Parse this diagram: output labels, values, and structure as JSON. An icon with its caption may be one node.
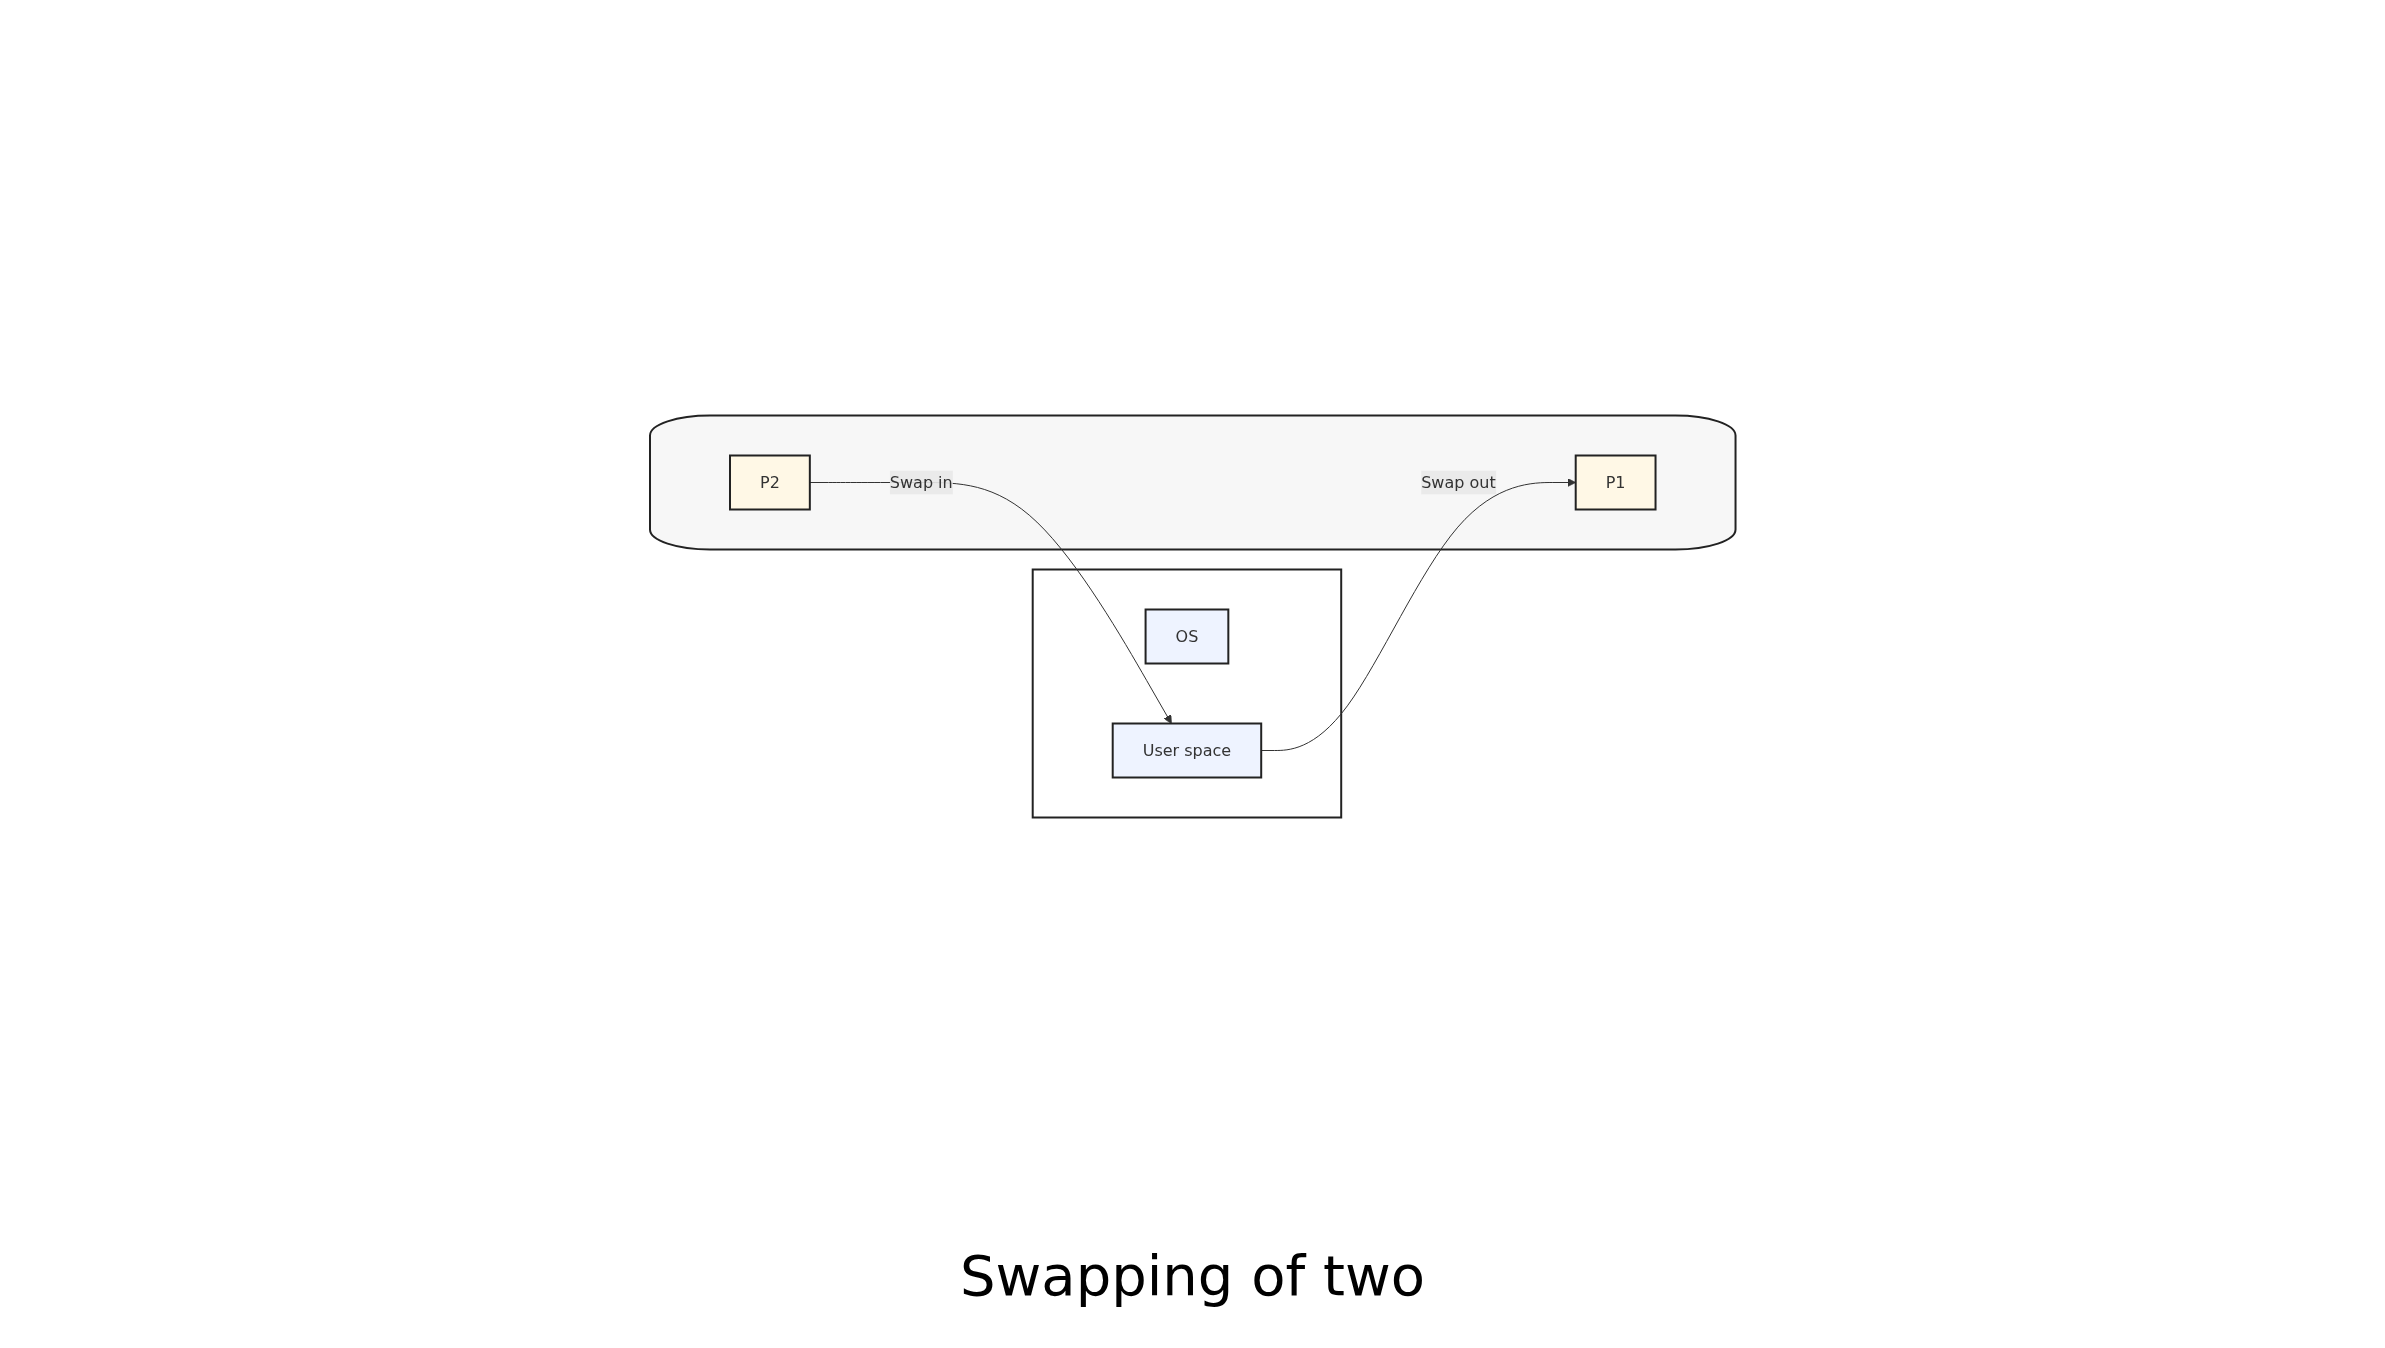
{
  "diagram": {
    "caption": "Swapping of two",
    "nodes": [
      {
        "text": [],
        "shape": "box"
      },
      {
        "text": [
          "OS"
        ],
        "in": 0
      },
      {
        "text": [
          "User space"
        ],
        "in": 0
      },
      {
        "text": [],
        "shape": "cylinder"
      },
      {
        "text": [
          "P1"
        ],
        "in": 3
      },
      {
        "text": [
          "P2"
        ],
        "in": 3
      }
    ],
    "edges": [
      {
        "from": 2,
        "to": 4,
        "arrow": "to",
        "label": "Swap out"
      },
      {
        "from": 5,
        "to": 2,
        "arrow": "to",
        "label": "Swap in"
      }
    ]
  }
}
